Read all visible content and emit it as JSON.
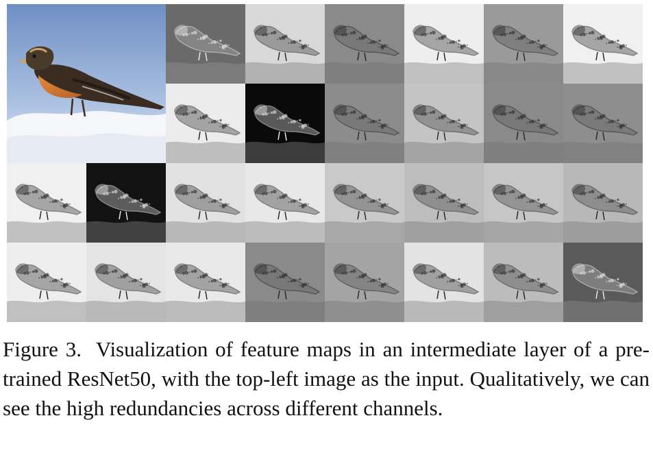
{
  "figure": {
    "input_image_alt": "input bird image",
    "feature_map_tones": [
      [
        "#6a6a6a",
        "#d8d8d8",
        "#8a8a8a",
        "#eeeeee",
        "#9a9a9a",
        "#f0f0f0"
      ],
      [
        "#ececec",
        "#0a0a0a",
        "#8c8c8c",
        "#c4c4c4",
        "#8a8a8a",
        "#8e8e8e"
      ],
      [
        "#f0f0f0",
        "#121212",
        "#e2e2e2",
        "#e8e8e8",
        "#c9c9c9",
        "#bdbdbd",
        "#c6c6c6",
        "#b8b8b8"
      ],
      [
        "#eeeeee",
        "#e4e4e4",
        "#e9e9e9",
        "#8a8a8a",
        "#a4a4a4",
        "#e3e3e3",
        "#bcbcbc",
        "#5a5a5a"
      ]
    ]
  },
  "caption": {
    "label": "Figure 3.",
    "text": "Visualization of feature maps in an intermediate layer of a pre-trained ResNet50, with the top-left image as the input. Qualitatively, we can see the high redundancies across different channels."
  }
}
